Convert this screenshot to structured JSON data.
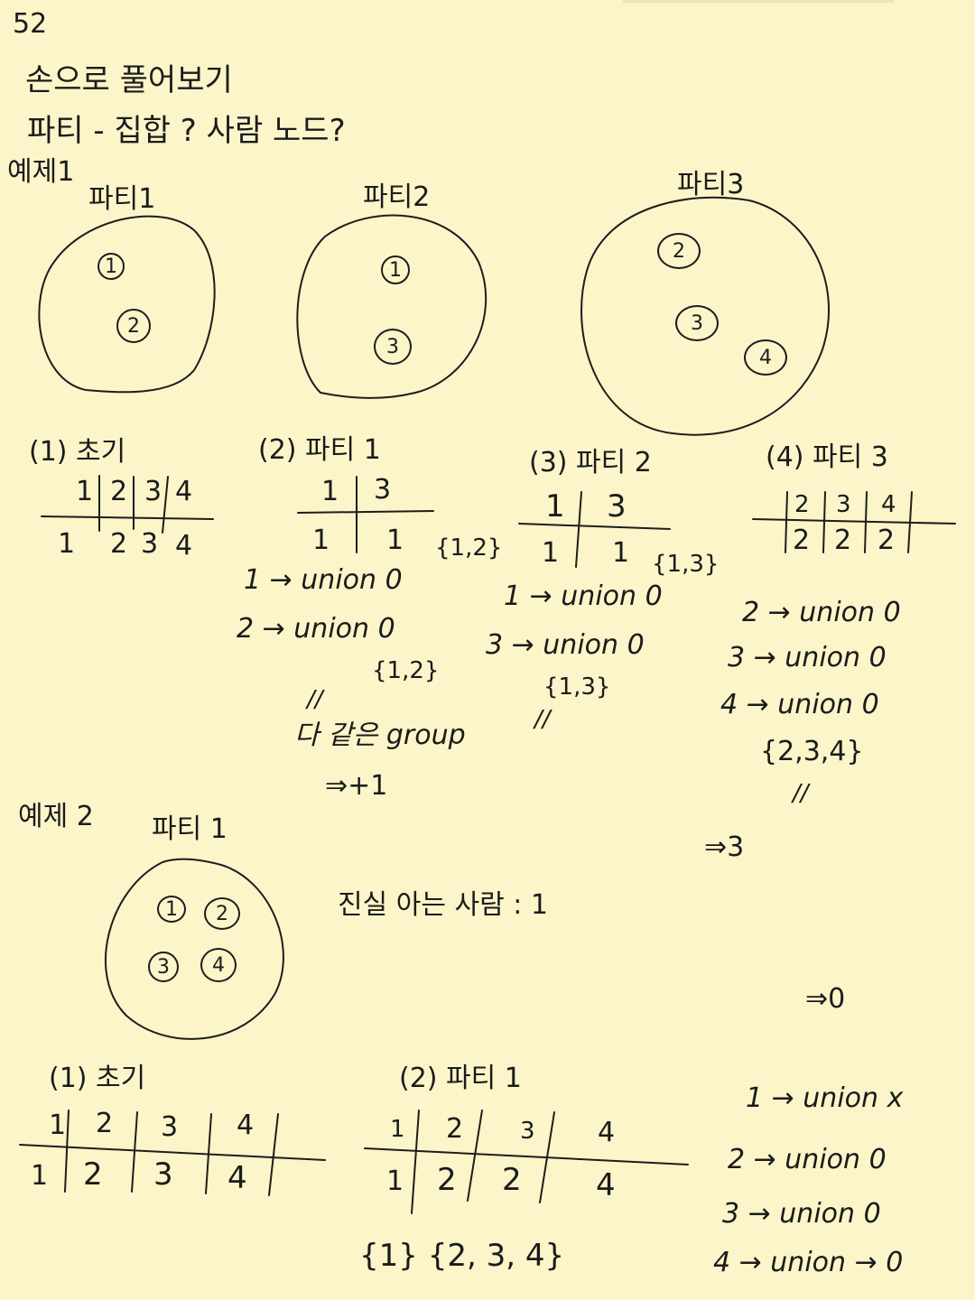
{
  "page_number": "52",
  "title": "손으로 풀어보기",
  "question": "파티 - 집합 ?   사람 노드?",
  "ex1": {
    "label": "예제1",
    "party_labels": [
      "파티1",
      "파티2",
      "파티3"
    ],
    "party1_nodes": [
      "1",
      "2"
    ],
    "party2_nodes": [
      "1",
      "3"
    ],
    "party3_nodes": [
      "2",
      "3",
      "4"
    ],
    "step1": {
      "title": "(1) 초기",
      "top": [
        "1",
        "2",
        "3",
        "4"
      ],
      "bottom": [
        "1",
        "2",
        "3",
        "4"
      ]
    },
    "step2": {
      "title": "(2) 파티 1",
      "top": [
        "1",
        "3"
      ],
      "bottom": [
        "1",
        "1"
      ],
      "set": "{1,2}",
      "lines": [
        "1 → union 0",
        "2 → union 0"
      ],
      "set2": "{1,2}",
      "ditto": "//",
      "note": "다 같은 group",
      "result": "⇒+1"
    },
    "step3": {
      "title": "(3) 파티 2",
      "top": [
        "1",
        "3"
      ],
      "bottom": [
        "1",
        "1"
      ],
      "set": "{1,3}",
      "lines": [
        "1 → union 0",
        "3 → union 0"
      ],
      "set2": "{1,3}",
      "ditto": "//"
    },
    "step4": {
      "title": "(4) 파티 3",
      "top": [
        "2",
        "3",
        "4"
      ],
      "bottom": [
        "2",
        "2",
        "2"
      ],
      "lines": [
        "2 → union 0",
        "3 → union 0",
        "4 → union 0"
      ],
      "set": "{2,3,4}",
      "ditto": "//",
      "result": "⇒3"
    }
  },
  "ex2": {
    "label": "예제 2",
    "party_label": "파티 1",
    "nodes": [
      "1",
      "2",
      "3",
      "4"
    ],
    "truth_note": "진실 아는 사람 : 1",
    "result": "⇒0",
    "step1": {
      "title": "(1) 초기",
      "top": [
        "1",
        "2",
        "3",
        "4"
      ],
      "bottom": [
        "1",
        "2",
        "3",
        "4"
      ]
    },
    "step2": {
      "title": "(2) 파티 1",
      "top": [
        "1",
        "2",
        "3",
        "4"
      ],
      "bottom": [
        "1",
        "2",
        "2",
        "4"
      ],
      "sets": "{1}   {2, 3, 4}"
    },
    "lines": [
      "1 → union x",
      "2 → union 0",
      "3 → union 0",
      "4 → union → 0"
    ]
  }
}
